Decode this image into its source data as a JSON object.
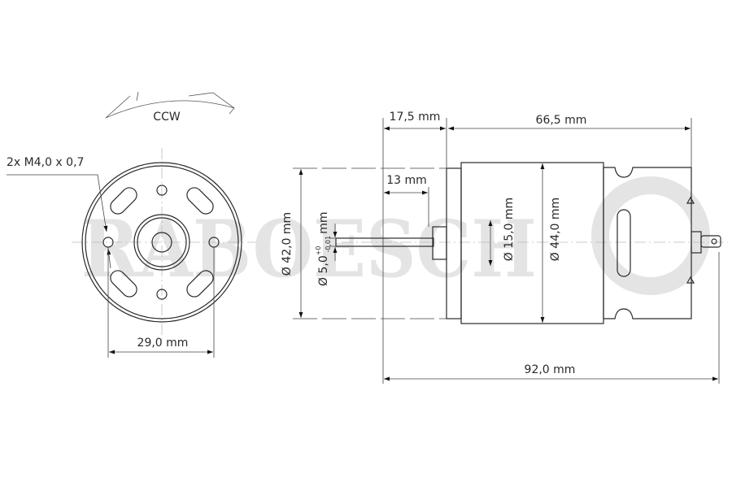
{
  "watermark": "RABOESCH",
  "front_view": {
    "rotation_label": "CCW",
    "thread_label": "2x M4,0 x 0,7",
    "hole_spacing": "29,0 mm"
  },
  "side_view": {
    "shaft_length": "17,5 mm",
    "body_length": "66,5 mm",
    "shaft_exposed": "13 mm",
    "flange_diameter": "Ø 42,0 mm",
    "shaft_diameter": "Ø 5,0",
    "shaft_tolerance_upper": "+0",
    "shaft_tolerance_lower": "-0,01",
    "shaft_diameter_unit": "mm",
    "boss_diameter": "Ø 15,0 mm",
    "body_diameter": "Ø 44,0 mm",
    "total_length": "92,0 mm"
  }
}
